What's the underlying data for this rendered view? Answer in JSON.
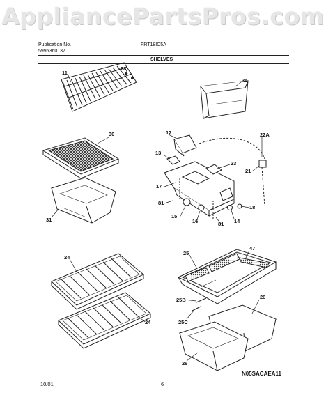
{
  "watermark": "AppliancePartsPros.com",
  "header": {
    "publication_label": "Publication No.",
    "publication_no": "5995360137",
    "model": "FRT18IC5A",
    "section_title": "SHELVES"
  },
  "callouts": {
    "c11": "11",
    "c28": "28",
    "c34": "34",
    "c30": "30",
    "c12": "12",
    "c13": "13",
    "c22a": "22A",
    "c23": "23",
    "c21": "21",
    "c17": "17",
    "c81a": "81",
    "c81b": "81",
    "c15": "15",
    "c16": "16",
    "c14": "14",
    "c18": "18",
    "c31": "31",
    "c24a": "24",
    "c24b": "24",
    "c25": "25",
    "c47": "47",
    "c25b": "25B",
    "c25c": "25C",
    "c26a": "26",
    "c26b": "26"
  },
  "footer": {
    "date": "10/01",
    "page": "6",
    "drawing_code": "N05SACAEA11"
  }
}
